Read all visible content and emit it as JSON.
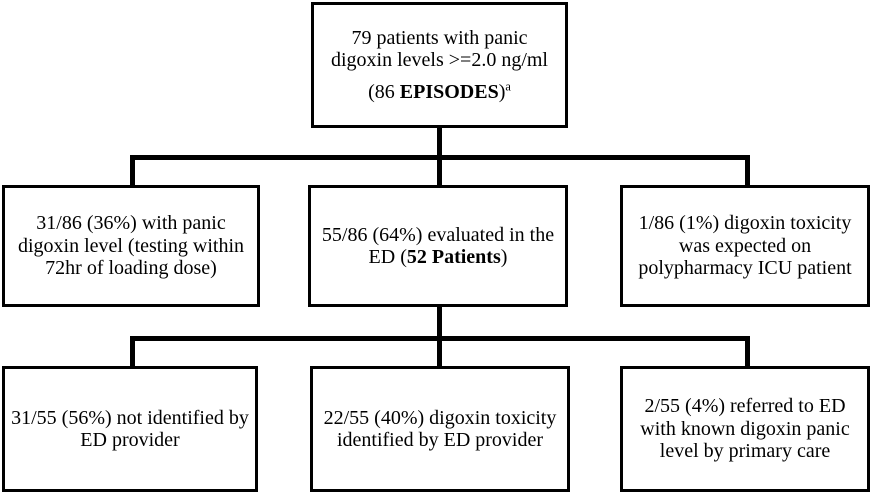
{
  "diagram": {
    "type": "flowchart",
    "title_node": {
      "line_main": "79 patients with panic digoxin levels  >=2.0 ng/ml",
      "episodes_prefix": "(86 ",
      "episodes_bold": "EPISODES",
      "episodes_suffix": ")",
      "episodes_superscript": "a"
    },
    "row2": [
      {
        "id": "panic-level-testing",
        "text": "31/86 (36%) with panic digoxin level (testing within 72hr of loading dose)",
        "numerator": 31,
        "denominator": 86,
        "percent": 36
      },
      {
        "id": "evaluated-in-ed",
        "text_prefix": "55/86 (64%) evaluated in the ED (",
        "text_bold": "52 Patients",
        "text_suffix": ")",
        "numerator": 55,
        "denominator": 86,
        "percent": 64,
        "patients": 52
      },
      {
        "id": "expected-toxicity-icu",
        "text": "1/86 (1%) digoxin toxicity was expected on polypharmacy ICU patient",
        "numerator": 1,
        "denominator": 86,
        "percent": 1
      }
    ],
    "row3": [
      {
        "id": "not-identified-by-ed",
        "text": "31/55 (56%) not identified by ED provider",
        "numerator": 31,
        "denominator": 55,
        "percent": 56
      },
      {
        "id": "toxicity-identified-by-ed",
        "text": "22/55 (40%) digoxin toxicity identified by ED provider",
        "numerator": 22,
        "denominator": 55,
        "percent": 40
      },
      {
        "id": "referred-to-ed-primary-care",
        "text": "2/55 (4%) referred to ED with known digoxin panic level by primary care",
        "numerator": 2,
        "denominator": 55,
        "percent": 4
      }
    ],
    "colors": {
      "stroke": "#000000",
      "fill": "#ffffff",
      "text": "#000000"
    }
  }
}
